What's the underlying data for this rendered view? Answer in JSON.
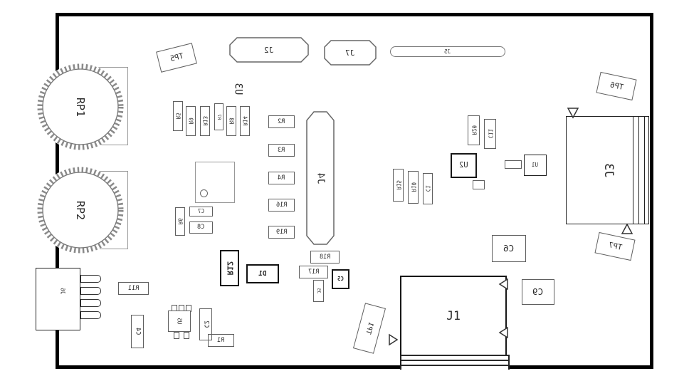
{
  "components": {
    "potentiometers": {
      "rp1": "RP1",
      "rp2": "RP2"
    },
    "connectors": {
      "j1": "J1",
      "j2": "J2",
      "j3": "J3",
      "j4": "J4",
      "j5": "J5",
      "j5_small": "J5",
      "j6": "J6",
      "j7": "J7"
    },
    "test_points": {
      "tp1": "TP1",
      "tp5": "TP5",
      "tp6": "TP6",
      "tp7": "TP7"
    },
    "ics": {
      "u1": "U1",
      "u2": "U2",
      "u3": "U3",
      "u5": "U5"
    },
    "diodes": {
      "d1": "D1"
    },
    "resistors": {
      "r1": "R1",
      "r2": "R2",
      "r3": "R3",
      "r4": "R4",
      "r5": "R5",
      "r6": "R6",
      "r7": "R7",
      "r8": "R8",
      "r9": "R9",
      "r10": "R10",
      "r11": "R11",
      "r12": "R12",
      "r13": "R13",
      "r14": "R14",
      "r15": "R15",
      "r16": "R16",
      "r17": "R17",
      "r18": "R18",
      "r19": "R19",
      "r20": "R20"
    },
    "capacitors": {
      "c1": "C1",
      "c2": "C2",
      "c4": "C4",
      "c5": "C5",
      "c6": "C6",
      "c7": "C7",
      "c8": "C8",
      "c9": "C9",
      "c11": "C11"
    }
  },
  "colors": {
    "board_outline": "#000000",
    "silkscreen": "#555555",
    "text": "#2b2b2b"
  }
}
